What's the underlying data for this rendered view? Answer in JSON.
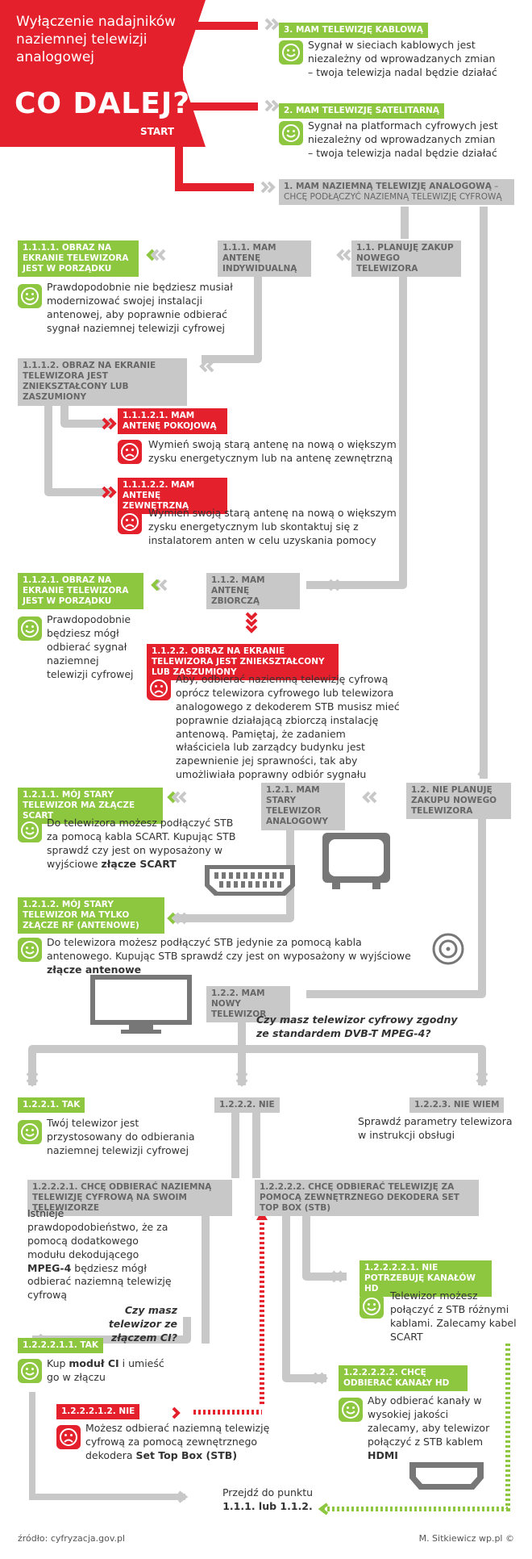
{
  "header": {
    "title": "Wyłączenie nadajników naziemnej telewizji analogowej",
    "big": "CO DALEJ?",
    "start": "START"
  },
  "colors": {
    "red": "#e3202b",
    "green": "#8dc63f",
    "gray": "#c8c8c8"
  },
  "nodes": {
    "n3": {
      "label": "3. MAM TELEWIZJĘ KABLOWĄ",
      "text": "Sygnał w sieciach kablowych jest niezależny od wprowadzanych zmian – twoja telewizja nadal będzie działać"
    },
    "n2": {
      "label": "2. MAM TELEWIZJĘ SATELITARNĄ",
      "text": "Sygnał na platformach cyfrowych jest niezależny od wprowadzanych zmian – twoja telewizja nadal będzie działać"
    },
    "n1": {
      "label": "1. MAM NAZIEMNĄ TELEWIZJĘ ANALOGOWĄ",
      "label_cont": " – CHCĘ PODŁĄCZYĆ NAZIEMNĄ TELEWIZJĘ CYFROWĄ"
    },
    "n11": {
      "label": "1.1. PLANUJĘ ZAKUP NOWEGO TELEWIZORA"
    },
    "n111": {
      "label": "1.1.1. MAM ANTENĘ INDYWIDUALNĄ"
    },
    "n1111": {
      "label": "1.1.1.1. OBRAZ NA EKRANIE TELEWIZORA JEST W PORZĄDKU",
      "text": "Prawdopodobnie nie będziesz musiał modernizować swojej instalacji antenowej, aby poprawnie odbierać sygnał naziemnej telewizji cyfrowej"
    },
    "n1112": {
      "label": "1.1.1.2. OBRAZ NA EKRANIE TELEWIZORA JEST ZNIEKSZTAŁCONY LUB ZASZUMIONY"
    },
    "n11121": {
      "label": "1.1.1.2.1. MAM ANTENĘ POKOJOWĄ",
      "text": "Wymień swoją starą antenę na nową o większym zysku energetycznym lub na antenę zewnętrzną"
    },
    "n11122": {
      "label": "1.1.1.2.2. MAM ANTENĘ ZEWNĘTRZNĄ",
      "text": "Wymień swoją starą antenę na nową o większym zysku energetycznym lub skontaktuj się z instalatorem anten w celu uzyskania pomocy"
    },
    "n112": {
      "label": "1.1.2. MAM ANTENĘ ZBIORCZĄ"
    },
    "n1121": {
      "label": "1.1.2.1. OBRAZ NA EKRANIE TELEWIZORA JEST W PORZĄDKU",
      "text": "Prawdopodobnie będziesz mógł odbierać sygnał naziemnej telewizji cyfrowej"
    },
    "n1122": {
      "label": "1.1.2.2. OBRAZ NA EKRANIE TELEWIZORA JEST ZNIEKSZTAŁCONY LUB ZASZUMIONY",
      "text": "Aby, odbierać naziemną telewizję cyfrową oprócz telewizora cyfrowego lub telewizora analogowego z dekoderem STB musisz mieć poprawnie działającą zbiorczą instalację antenową. Pamiętaj, że zadaniem właściciela lub zarządcy budynku jest zapewnienie jej sprawności, tak aby umożliwiała poprawny odbiór sygnału"
    },
    "n12": {
      "label": "1.2. NIE PLANUJĘ ZAKUPU NOWEGO TELEWIZORA"
    },
    "n121": {
      "label": "1.2.1. MAM STARY TELEWIZOR ANALOGOWY"
    },
    "n1211": {
      "label": "1.2.1.1. MÓJ STARY TELEWIZOR MA ZŁĄCZE SCART",
      "text": "Do telewizora możesz podłączyć STB za pomocą kabla SCART. Kupując STB sprawdź czy jest on wyposażony w wyjściowe ",
      "bold": "złącze SCART"
    },
    "n1212": {
      "label": "1.2.1.2. MÓJ STARY TELEWIZOR MA TYLKO ZŁĄCZE RF (ANTENOWE)",
      "text": "Do telewizora możesz podłączyć STB jedynie za pomocą kabla antenowego. Kupując STB sprawdź czy jest on wyposażony w wyjściowe ",
      "bold": "złącze antenowe"
    },
    "n122": {
      "label": "1.2.2. MAM NOWY TELEWIZOR",
      "question_a": "Czy masz telewizor cyfrowy zgodny ze ",
      "question_b": "standardem DVB-T MPEG-4",
      "question_c": "?"
    },
    "n1221": {
      "label": "1.2.2.1. TAK",
      "text": "Twój telewizor jest przystosowany do odbierania naziemnej telewizji cyfrowej"
    },
    "n1222": {
      "label": "1.2.2.2. NIE"
    },
    "n1223": {
      "label": "1.2.2.3. NIE WIEM",
      "text": "Sprawdź parametry telewizora w instrukcji obsługi"
    },
    "n12221": {
      "label": "1.2.2.2.1. CHCĘ ODBIERAĆ NAZIEMNĄ TELEWIZJĘ CYFROWĄ NA SWOIM TELEWIZORZE",
      "text_a": "Istnieje prawdopodobieństwo, że za pomocą dodatkowego modułu dekodującego ",
      "bold": "MPEG-4",
      "text_b": " będziesz mógł odbierać naziemną telewizję cyfrową",
      "question": "Czy masz telewizor ze złączem CI?"
    },
    "n12222": {
      "label": "1.2.2.2.2. CHCĘ ODBIERAĆ TELEWIZJĘ ZA POMOCĄ ZEWNĘTRZNEGO DEKODERA SET TOP BOX (STB)"
    },
    "n122211": {
      "label": "1.2.2.2.1.1. TAK",
      "text_a": "Kup ",
      "bold": "moduł CI",
      "text_b": " i umieść go w złączu"
    },
    "n122212": {
      "label": "1.2.2.2.1.2. NIE",
      "text_a": "Możesz odbierać naziemną telewizję cyfrową za pomocą zewnętrznego dekodera ",
      "bold": "Set Top Box (STB)"
    },
    "n122221": {
      "label": "1.2.2.2.2.1. NIE POTRZEBUJĘ KANAŁÓW HD",
      "text": "Telewizor możesz połączyć z STB różnymi kablami. Zalecamy kabel SCART"
    },
    "n122222": {
      "label": "1.2.2.2.2.2. CHCĘ ODBIERAĆ KANAŁY HD",
      "text": "Aby odbierać kanały w wysokiej jakości zalecamy, aby telewizor połączyć z STB kablem ",
      "bold": "HDMI"
    },
    "goto": {
      "text": "Przejdź do punktu",
      "bold": "1.1.1. lub 1.1.2."
    }
  },
  "footer": {
    "source": "źródło: cyfryzacja.gov.pl",
    "author": "M. Sitkiewicz wp.pl ©"
  }
}
